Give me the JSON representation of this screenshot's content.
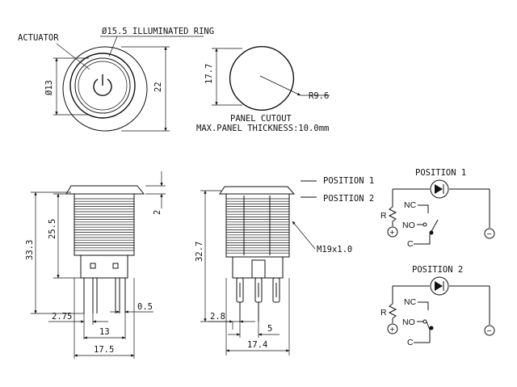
{
  "top_view": {
    "ring_label": "Ø15.5 ILLUMINATED RING",
    "actuator_label": "ACTUATOR",
    "dim_diameter": "Ø13",
    "dim_height": "22"
  },
  "cutout": {
    "dim_flat": "17.7",
    "radius": "R9.6",
    "title": "PANEL CUTOUT",
    "note": "MAX.PANEL THICKNESS:10.0mm"
  },
  "side_view": {
    "dim_total": "33.3",
    "dim_body": "25.5",
    "dim_head": "2",
    "dim_left": "2.75",
    "dim_pin": "0.5",
    "dim_pitch": "13",
    "dim_width": "17.5"
  },
  "front_view": {
    "position1": "POSITION 1",
    "position2": "POSITION 2",
    "dim_height": "32.7",
    "thread": "M19x1.0",
    "dim_a": "2.8",
    "dim_b": "5",
    "dim_width": "17.4"
  },
  "schematic": {
    "title1": "POSITION 1",
    "title2": "POSITION 2",
    "nc": "NC",
    "no": "NO",
    "c": "C",
    "r": "R",
    "plus": "+",
    "minus": "−"
  }
}
